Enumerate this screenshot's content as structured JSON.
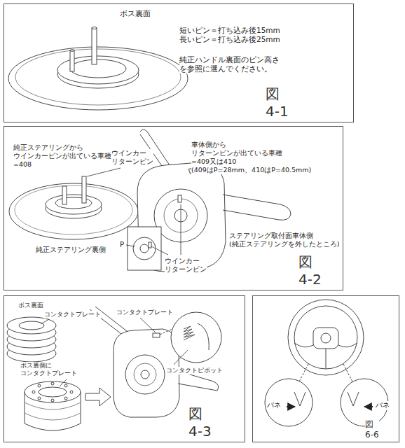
{
  "diagram": {
    "nodes": [
      {
        "text": [
          "ボス裏面",
          "短いピン＝打ち込み後15mm 長いピン＝打ち込み後25mm",
          "純正ハンドル裏面のピン高さ を参照に選んでください。",
          "図 4-1"
        ]
      },
      {
        "text": [
          "純正ステアリングから ウインカーピンが出ている車種 =408",
          "ウインカー リターンピン",
          "車体側から リターンピンが出ている車種 =409又は410 (409はP=28mm、410はP=40.5mm)",
          "P",
          "ウインカー リターンピン",
          "純正ステアリング裏側",
          "ステアリング取付面車体側 (純正ステアリングを外したところ)",
          "図 4-2"
        ]
      },
      {
        "text": [
          "ボス裏面",
          "コンタクトプレート",
          "コンタクトプレート",
          "ボス裏側に コンタクトプレート",
          "コンタクトピボット",
          "図 4-3"
        ]
      },
      {
        "text": [
          "バネ",
          "バネ",
          "図 6-6"
        ]
      }
    ]
  }
}
